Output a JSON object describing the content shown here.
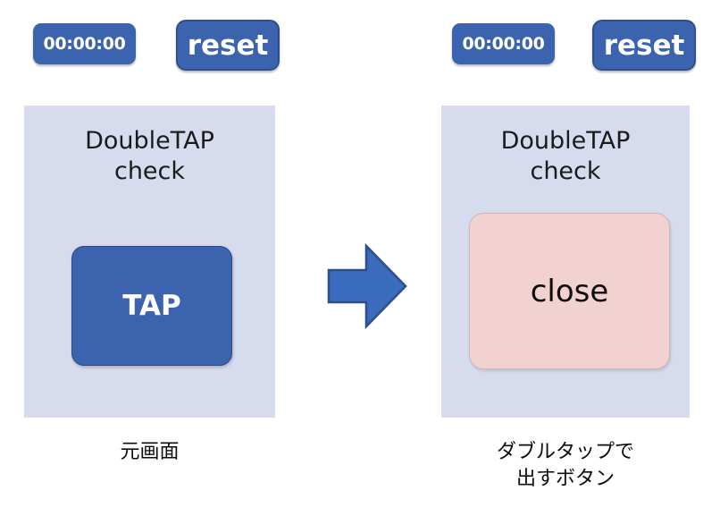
{
  "colors": {
    "panel_background": "#d6dcee",
    "button_blue": "#3b63ae",
    "button_blue_border": "#2f4f8e",
    "close_pink": "#f2d2d0",
    "close_pink_border": "#cfb5b6",
    "arrow_fill": "#3b6bbc",
    "arrow_border": "#2d4f8c",
    "page_background": "#ffffff",
    "text_dark": "#1b1b1b",
    "text_white": "#ffffff"
  },
  "left_screen": {
    "timer_label": "00:00:00",
    "reset_label": "reset",
    "panel_title": "DoubleTAP\ncheck",
    "tap_button_label": "TAP",
    "caption": "元画面"
  },
  "right_screen": {
    "timer_label": "00:00:00",
    "reset_label": "reset",
    "panel_title": "DoubleTAP\ncheck",
    "close_button_label": "close",
    "caption": "ダブルタップで\n出すボタン"
  },
  "arrow": {
    "name": "right-arrow-icon",
    "direction": "right"
  }
}
